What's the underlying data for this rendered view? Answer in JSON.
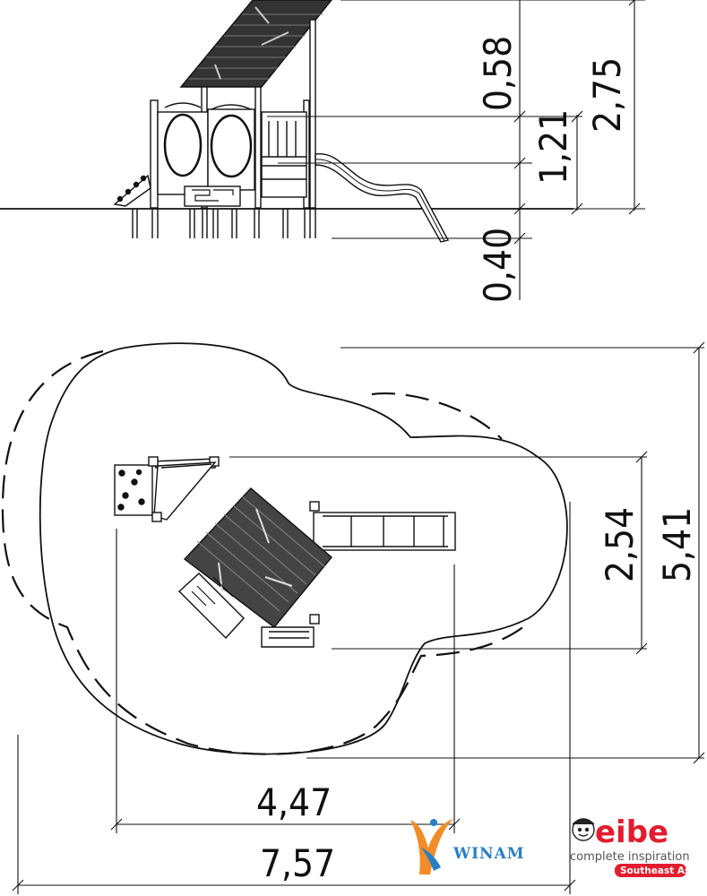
{
  "dimensions": {
    "roof_height": "0,58",
    "platform_height": "1,21",
    "total_height": "2,75",
    "foundation_depth": "0,40",
    "structure_width": "2,54",
    "safety_area_width": "5,41",
    "structure_length": "4,47",
    "safety_area_length": "7,57"
  },
  "logos": {
    "winam": {
      "text": "WINAM",
      "accent_color": "#f28c28",
      "primary_color": "#2a7ec4"
    },
    "eibe": {
      "word": "eibe",
      "tagline": "complete inspiration",
      "region": "Southeast Asia",
      "color": "#e31c2e"
    }
  }
}
